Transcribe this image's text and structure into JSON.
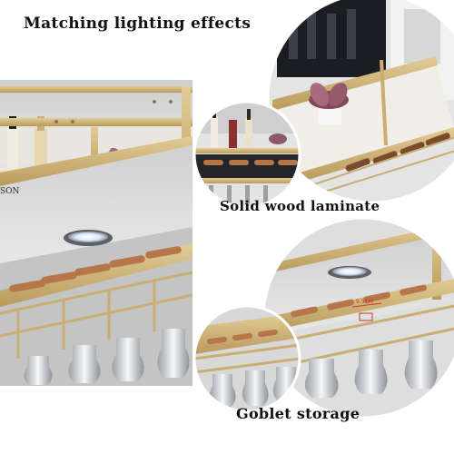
{
  "captions": {
    "lighting": "Matching lighting effects",
    "wood": "Solid wood laminate",
    "goblet": "Goblet storage"
  },
  "photo_labels": {
    "bottle_label": "SON",
    "measure": "9.5CM"
  },
  "colors": {
    "gold_frame": "#c9ad72",
    "wood_bottle": "#b5764a",
    "ceiling": "#d9d9d9",
    "background": "#ffffff"
  }
}
